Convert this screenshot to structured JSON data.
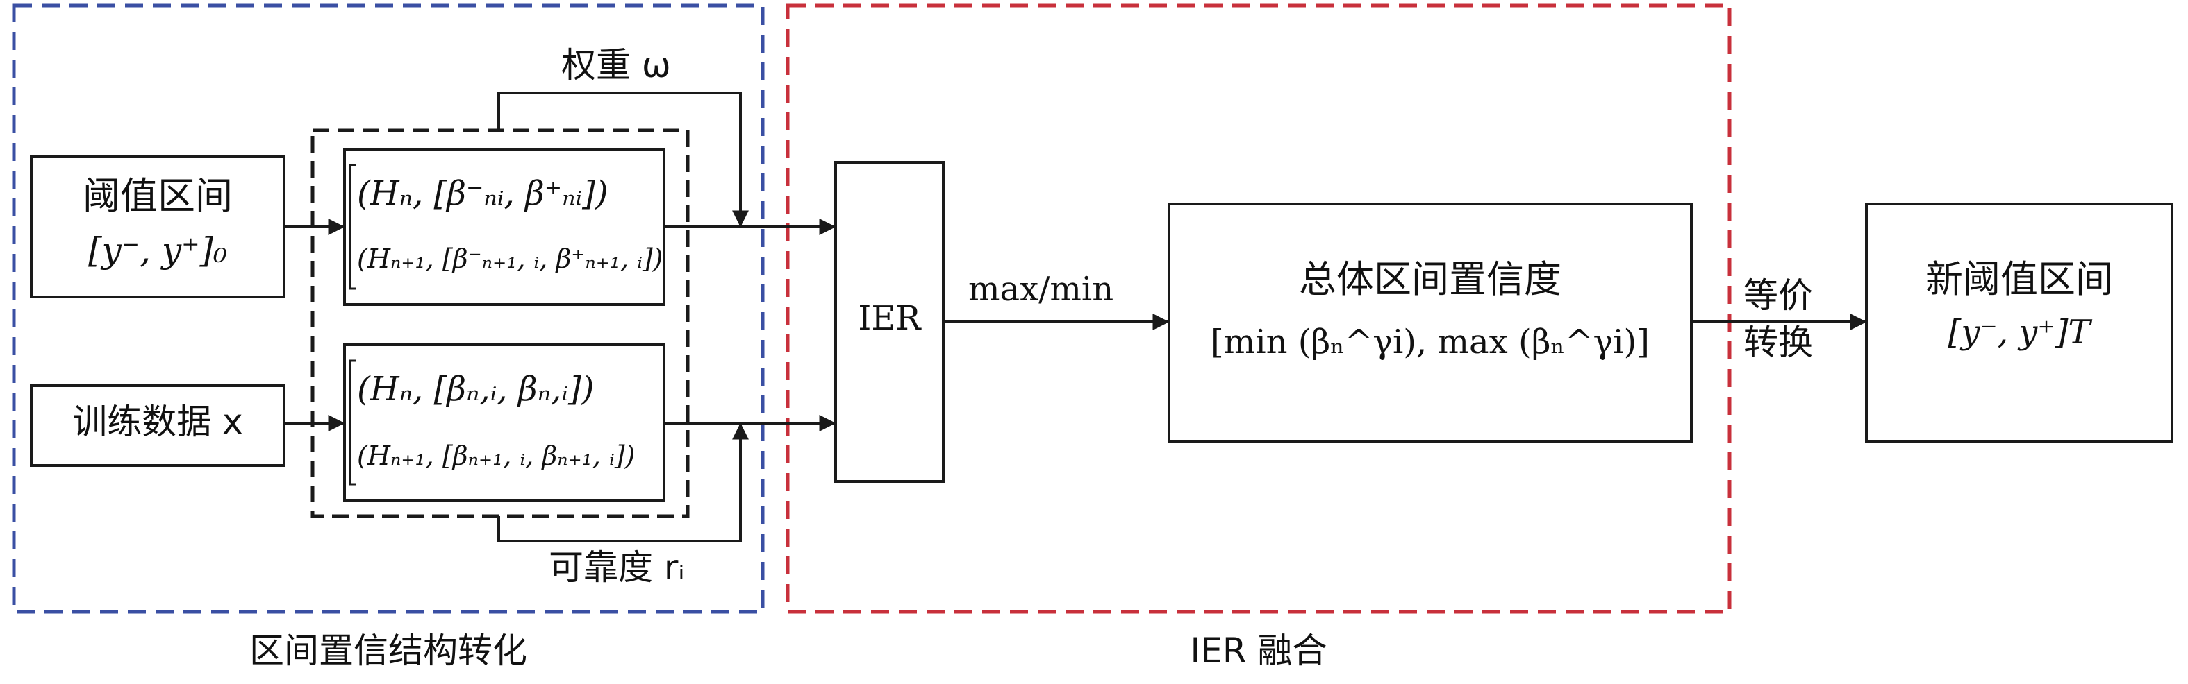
{
  "colors": {
    "left_group_border": "#3a4fa3",
    "right_group_border": "#c8303b",
    "stroke": "#1a1a1a"
  },
  "groups": {
    "left_caption": "区间置信结构转化",
    "right_caption": "IER 融合"
  },
  "nodes": {
    "threshold": {
      "title": "阈值区间",
      "formula": "[y⁻, y⁺]₀"
    },
    "training": {
      "title": "训练数据 x"
    },
    "upper_rules": {
      "line1": "(Hₙ, [β⁻ₙᵢ, β⁺ₙᵢ])",
      "line2": "(Hₙ₊₁, [β⁻ₙ₊₁, ᵢ, β⁺ₙ₊₁, ᵢ])"
    },
    "lower_rules": {
      "line1": "(Hₙ, [βₙ,ᵢ, βₙ,ᵢ])",
      "line2": "(Hₙ₊₁, [βₙ₊₁, ᵢ, βₙ₊₁, ᵢ])"
    },
    "ier": {
      "label": "IER"
    },
    "overall": {
      "title": "总体区间置信度",
      "formula": "[min (βₙ^γi), max (βₙ^γi)]"
    },
    "new_threshold": {
      "title": "新阈值区间",
      "formula": "[y⁻, y⁺]T"
    }
  },
  "edge_labels": {
    "weight": "权重 ω",
    "reliability": "可靠度 rᵢ",
    "maxmin": "max/min",
    "equivalent": "等价",
    "transform": "转换"
  }
}
